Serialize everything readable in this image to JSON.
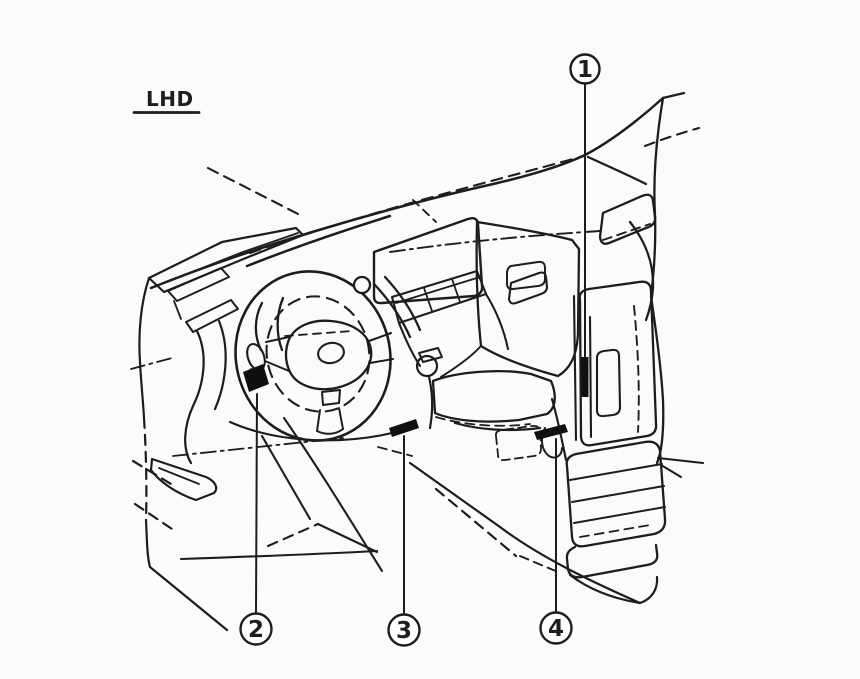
{
  "figure": {
    "type": "technical-line-illustration",
    "subject": "Vehicle interior component location diagram (dashboard, steering wheel, center console, front door) viewed from rear-left",
    "drive_label": "LHD",
    "callouts": [
      {
        "number": "1",
        "target": "console-side-vertical-marker"
      },
      {
        "number": "2",
        "target": "ignition-switch-area-marker"
      },
      {
        "number": "3",
        "target": "lower-dash-marker"
      },
      {
        "number": "4",
        "target": "console-rear-marker"
      }
    ]
  },
  "colors": {
    "line": "#1d1d1d",
    "background": "#fbfbfa",
    "marker_fill": "#101010",
    "callout_fill": "#ffffff"
  }
}
